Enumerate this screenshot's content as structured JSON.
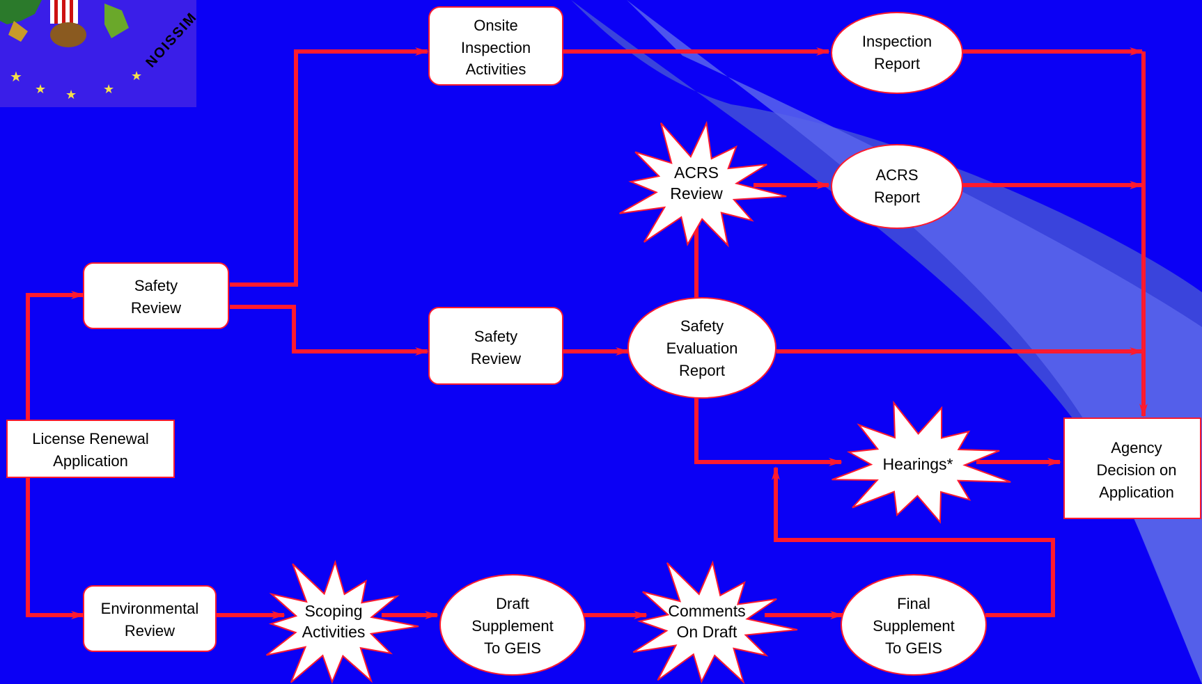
{
  "colors": {
    "background": "#0b00f5",
    "swoosh": "#4a56e8",
    "connector": "#ff1a2e",
    "node_fill": "#ffffff",
    "node_border": "#ff1a2e",
    "text": "#000000"
  },
  "seal": {
    "fragment_text": "NOISSIM",
    "icon": "nrc-seal-icon"
  },
  "nodes": {
    "license_renewal": [
      "License Renewal",
      "Application"
    ],
    "safety_review_main": [
      "Safety",
      "Review"
    ],
    "environmental_review": [
      "Environmental",
      "Review"
    ],
    "onsite_inspection": [
      "Onsite",
      "Inspection",
      "Activities"
    ],
    "inspection_report": [
      "Inspection",
      "Report"
    ],
    "acrs_review": [
      "ACRS",
      "Review"
    ],
    "acrs_report": [
      "ACRS",
      "Report"
    ],
    "safety_review_2": [
      "Safety",
      "Review"
    ],
    "safety_evaluation_report": [
      "Safety",
      "Evaluation",
      "Report"
    ],
    "hearings": [
      "Hearings*"
    ],
    "agency_decision": [
      "Agency",
      "Decision on",
      "Application"
    ],
    "scoping_activities": [
      "Scoping",
      "Activities"
    ],
    "draft_supplement": [
      "Draft",
      "Supplement",
      "To GEIS"
    ],
    "comments_on_draft": [
      "Comments",
      "On Draft"
    ],
    "final_supplement": [
      "Final",
      "Supplement",
      "To GEIS"
    ]
  }
}
